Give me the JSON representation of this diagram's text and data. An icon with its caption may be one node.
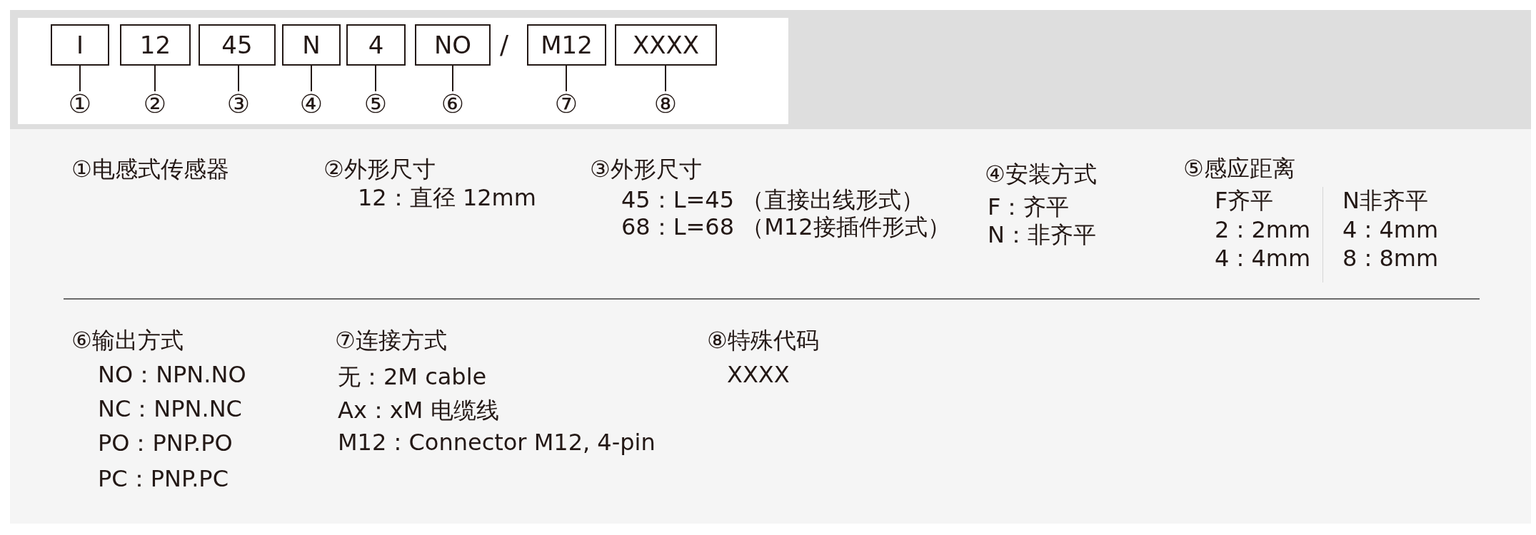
{
  "diagram": {
    "nodes": [
      {
        "text": [
          "I"
        ]
      },
      {
        "text": [
          "12"
        ]
      },
      {
        "text": [
          "45"
        ]
      },
      {
        "text": [
          "N"
        ]
      },
      {
        "text": [
          "4"
        ]
      },
      {
        "text": [
          "NO"
        ]
      },
      {
        "text": [
          "M12"
        ]
      },
      {
        "text": [
          "XXXX"
        ]
      },
      {
        "text": [
          "①"
        ]
      },
      {
        "text": [
          "②"
        ]
      },
      {
        "text": [
          "③"
        ]
      },
      {
        "text": [
          "④"
        ]
      },
      {
        "text": [
          "⑤"
        ]
      },
      {
        "text": [
          "⑥"
        ]
      },
      {
        "text": [
          "⑦"
        ]
      },
      {
        "text": [
          "⑧"
        ]
      }
    ],
    "edges": [
      {
        "from": 0,
        "to": 8,
        "arrow": "none"
      },
      {
        "from": 1,
        "to": 9,
        "arrow": "none"
      },
      {
        "from": 2,
        "to": 10,
        "arrow": "none"
      },
      {
        "from": 3,
        "to": 11,
        "arrow": "none"
      },
      {
        "from": 4,
        "to": 12,
        "arrow": "none"
      },
      {
        "from": 5,
        "to": 13,
        "arrow": "none"
      },
      {
        "from": 6,
        "to": 14,
        "arrow": "none"
      },
      {
        "from": 7,
        "to": 15,
        "arrow": "none"
      }
    ],
    "labels": [
      "/",
      "①电感式传感器",
      "②外形尺寸",
      "12：直径 12mm",
      "③外形尺寸",
      "45：L=45 （直接出线形式）",
      "68：L=68 （M12接插件形式）",
      "④安装方式",
      "F：齐平",
      "N：非齐平",
      "⑤感应距离",
      "F齐平",
      "2 : 2mm",
      "4 : 4mm",
      "N非齐平",
      "4 : 4mm",
      "8 : 8mm",
      "⑥输出方式",
      "NO：NPN.NO",
      "NC：NPN.NC",
      "PO：PNP.PO",
      "PC：PNP.PC",
      "⑦连接方式",
      "无：2M cable",
      "Ax：xM 电缆线",
      "M12 : Connector M12, 4-pin",
      "⑧特殊代码",
      "XXXX"
    ]
  }
}
